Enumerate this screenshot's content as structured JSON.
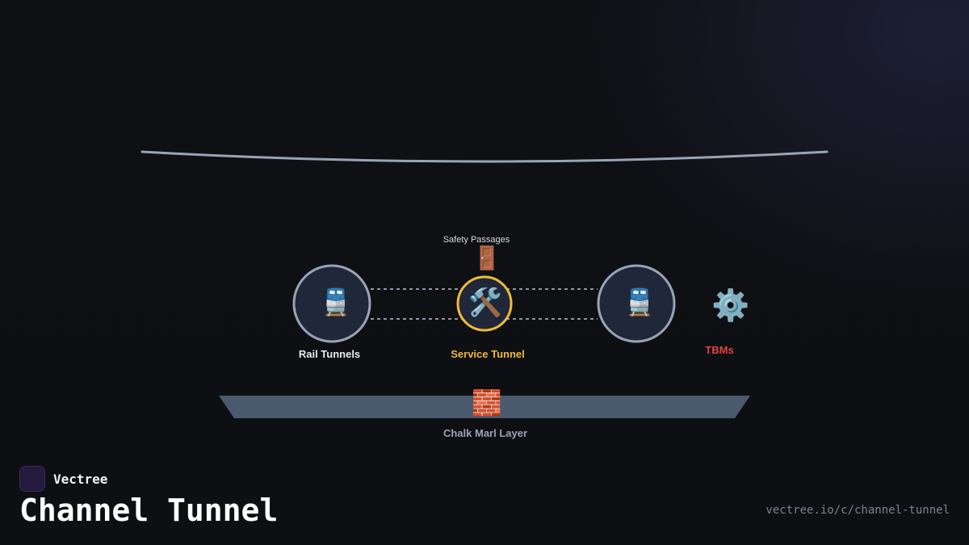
{
  "brand": {
    "name": "Vectree"
  },
  "title": "Channel Tunnel",
  "url": "vectree.io/c/channel-tunnel",
  "diagram": {
    "safety_label": "Safety Passages",
    "rail_label": "Rail Tunnels",
    "service_label": "Service Tunnel",
    "tbm_label": "TBMs",
    "chalk_label": "Chalk Marl Layer",
    "icons": {
      "rail_left": "🚆",
      "rail_right": "🚆",
      "service": "🛠️",
      "door": "🚪",
      "gear": "⚙️",
      "brick": "🧱"
    },
    "colors": {
      "accent": "#f0b93a",
      "tbm": "#e0443c",
      "node_border": "#9aa3b5",
      "node_fill": "#1f2738",
      "ground": "#4a5a6e"
    }
  }
}
